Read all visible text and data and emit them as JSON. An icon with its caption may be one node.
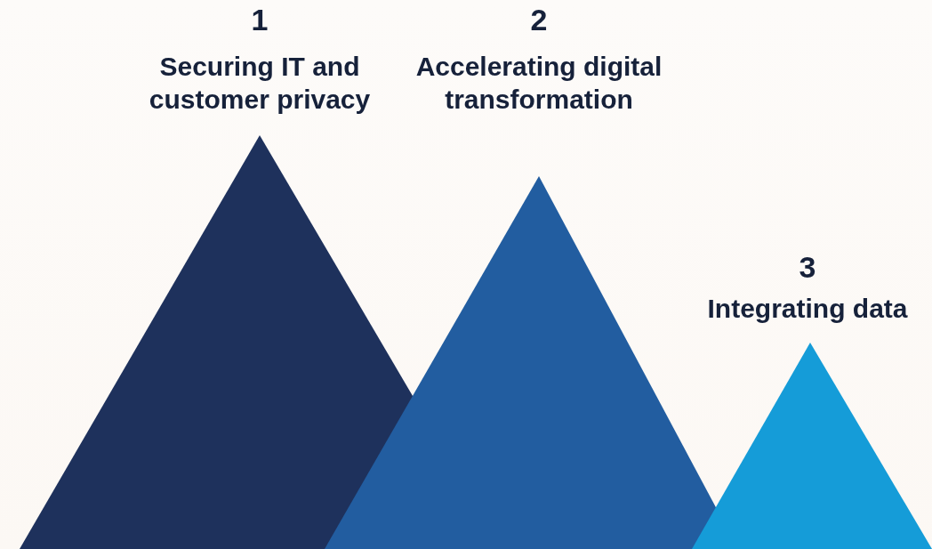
{
  "diagram": {
    "nodes": [
      {
        "text": [
          "1",
          "Securing IT and customer privacy"
        ]
      },
      {
        "text": [
          "2",
          "Accelerating digital transformation"
        ]
      },
      {
        "text": [
          "3",
          "Integrating data"
        ]
      }
    ]
  }
}
